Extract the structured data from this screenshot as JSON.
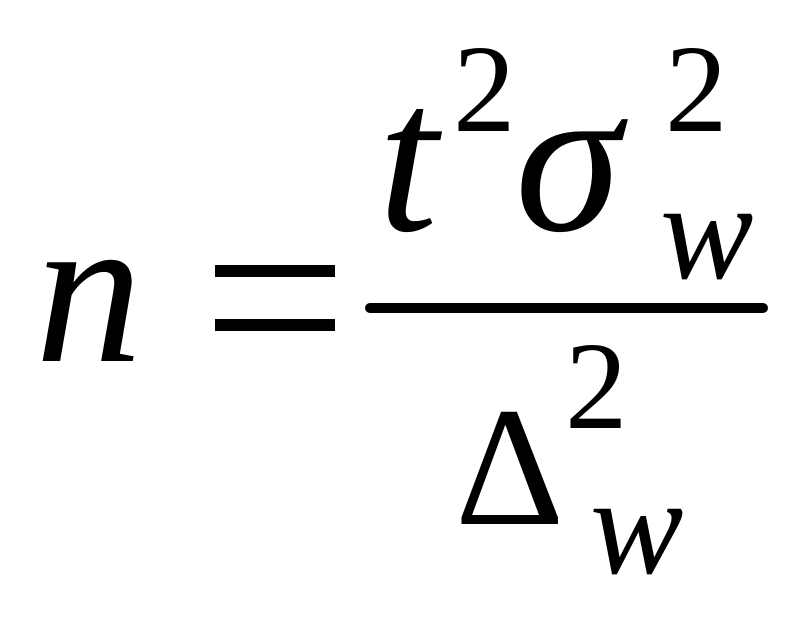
{
  "formula": {
    "lhs": "n",
    "equals": "=",
    "numerator": {
      "t": "t",
      "t_exponent": "2",
      "sigma": "σ",
      "sigma_exponent": "2",
      "sigma_subscript": "w"
    },
    "denominator": {
      "delta": "Δ",
      "delta_exponent": "2",
      "delta_subscript": "w"
    }
  }
}
